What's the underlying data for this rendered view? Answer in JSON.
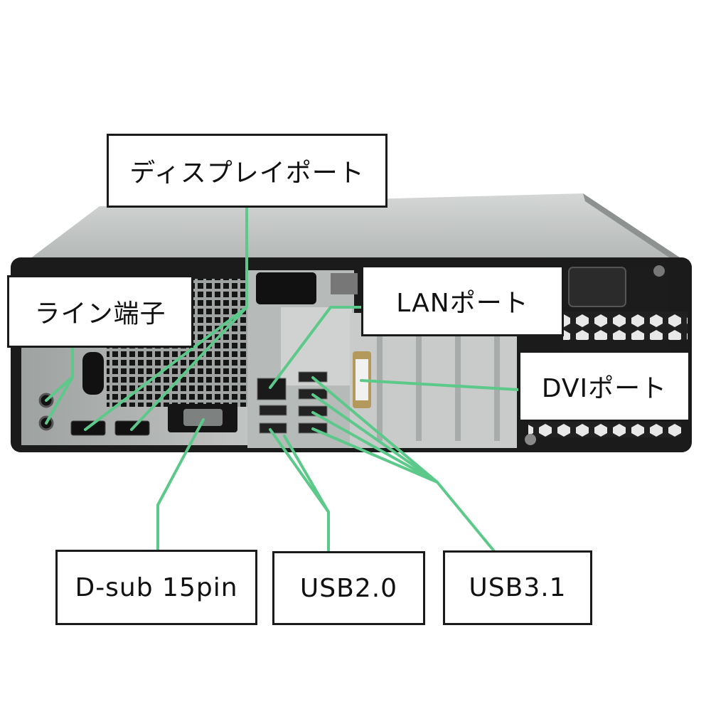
{
  "labels": {
    "display_port": "ディスプレイポート",
    "line_jack": "ライン端子",
    "lan_port": "LANポート",
    "dvi_port": "DVIポート",
    "dsub": "D-sub 15pin",
    "usb2": "USB2.0",
    "usb3": "USB3.1"
  },
  "colors": {
    "callout_line": "#5cc98a",
    "label_border": "#1a1a1a",
    "chassis_top": "#c9ccca",
    "back_panel": "#1b1b1b",
    "io_plate": "#a9adab"
  }
}
